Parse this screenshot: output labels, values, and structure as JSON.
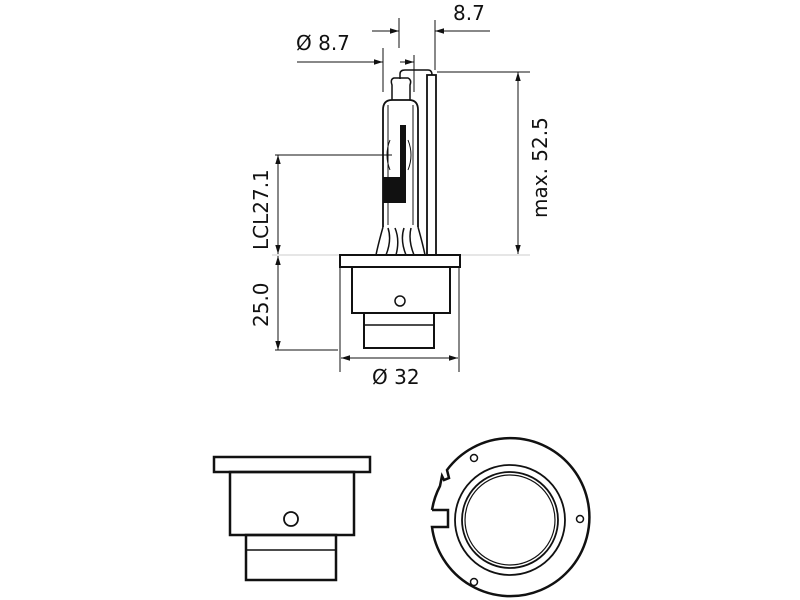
{
  "dimensions": {
    "bulb_diameter": "Ø 8.7",
    "wire_offset": "8.7",
    "max_length": "max. 52.5",
    "lcl": "LCL27.1",
    "base_height": "25.0",
    "base_diameter": "Ø 32"
  },
  "colors": {
    "line": "#111111",
    "reference_line": "#cccccc"
  }
}
